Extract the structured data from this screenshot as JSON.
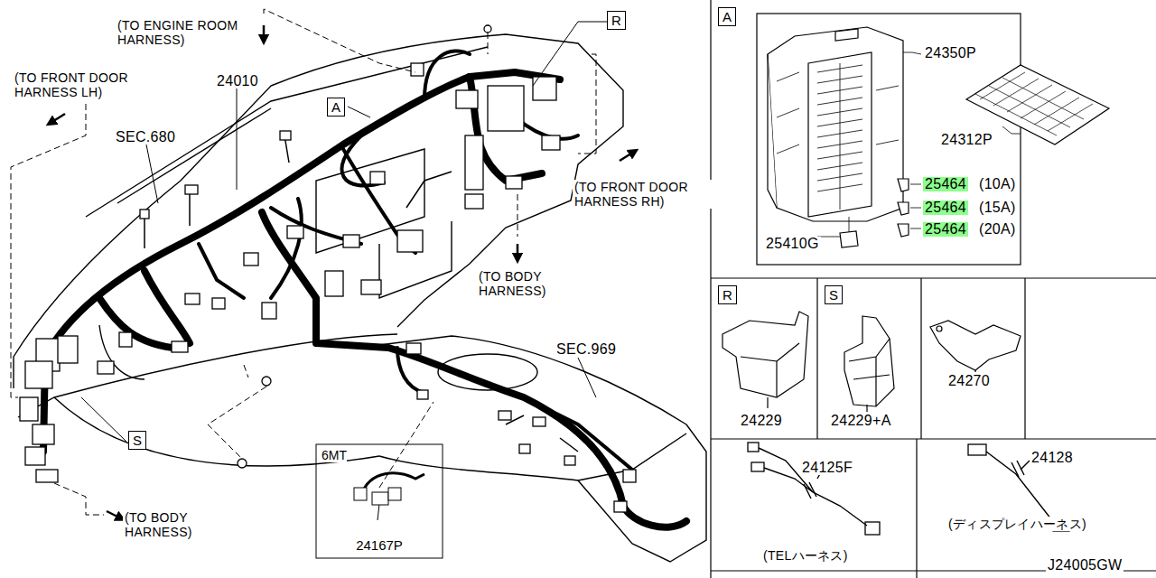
{
  "diagram": {
    "nodes": [
      {
        "text": [
          "A"
        ]
      },
      {
        "text": [
          "R"
        ]
      },
      {
        "text": [
          "S"
        ]
      },
      {
        "text": [
          "A"
        ]
      },
      {
        "text": [
          "R"
        ]
      },
      {
        "text": [
          "S"
        ]
      },
      {
        "text": [
          "6MT",
          "24167P"
        ]
      }
    ],
    "labels": [
      "(TO ENGINE ROOM HARNESS)",
      "(TO FRONT DOOR HARNESS LH)",
      "24010",
      "SEC.680",
      "(TO FRONT DOOR HARNESS RH)",
      "(TO BODY HARNESS)",
      "(TO BODY HARNESS)",
      "SEC.969",
      "24350P",
      "24312P",
      "25464",
      "(10A)",
      "25464",
      "(15A)",
      "25464",
      "(20A)",
      "25410G",
      "24229",
      "24229+A",
      "24270",
      "24125F",
      "24128",
      "(TELハーネス)",
      "(ディスプレイハーネス)",
      "J24005GW"
    ]
  }
}
